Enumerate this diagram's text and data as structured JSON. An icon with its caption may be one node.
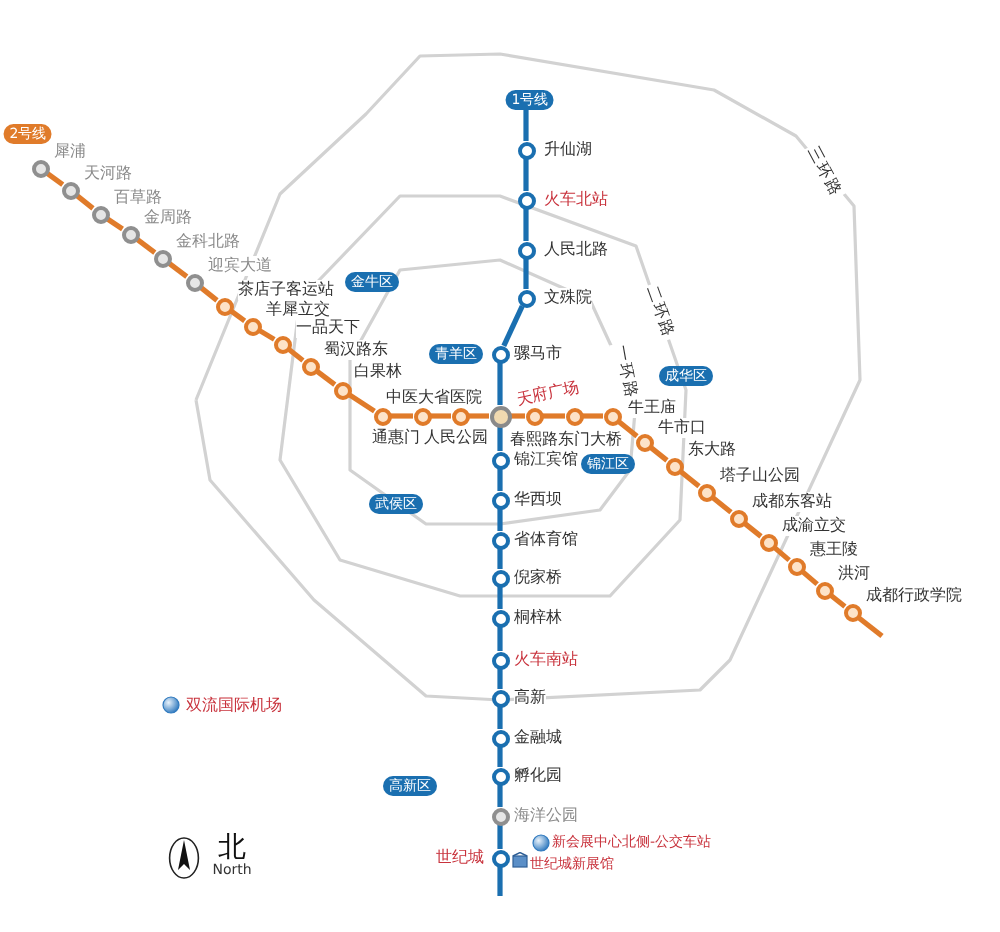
{
  "diagram": {
    "nodes": [
      {
        "text": [],
        "shape": "circle",
        "beside": [
          "犀浦"
        ]
      },
      {
        "text": [],
        "shape": "circle",
        "beside": [
          "天河路"
        ]
      },
      {
        "text": [],
        "shape": "circle",
        "beside": [
          "百草路"
        ]
      },
      {
        "text": [],
        "shape": "circle",
        "beside": [
          "金周路"
        ]
      },
      {
        "text": [],
        "shape": "circle",
        "beside": [
          "金科北路"
        ]
      },
      {
        "text": [],
        "shape": "circle",
        "beside": [
          "迎宾大道"
        ]
      },
      {
        "text": [],
        "shape": "circle",
        "beside": [
          "茶店子客运站"
        ]
      },
      {
        "text": [],
        "shape": "circle",
        "beside": [
          "羊犀立交"
        ]
      },
      {
        "text": [],
        "shape": "circle",
        "beside": [
          "一品天下"
        ]
      },
      {
        "text": [],
        "shape": "circle",
        "beside": [
          "蜀汉路东"
        ]
      },
      {
        "text": [],
        "shape": "circle",
        "beside": [
          "白果林"
        ]
      },
      {
        "text": [],
        "shape": "circle",
        "beside": [
          "中医大省医院"
        ]
      },
      {
        "text": [],
        "shape": "circle",
        "beside": [
          "通惠门"
        ]
      },
      {
        "text": [],
        "shape": "circle",
        "beside": [
          "人民公园"
        ]
      },
      {
        "text": [],
        "shape": "circle",
        "beside": [
          "天府广场"
        ]
      },
      {
        "text": [],
        "shape": "circle",
        "beside": [
          "春熙路"
        ]
      },
      {
        "text": [],
        "shape": "circle",
        "beside": [
          "东门大桥"
        ]
      },
      {
        "text": [],
        "shape": "circle",
        "beside": [
          "牛王庙"
        ]
      },
      {
        "text": [],
        "shape": "circle",
        "beside": [
          "牛市口"
        ]
      },
      {
        "text": [],
        "shape": "circle",
        "beside": [
          "东大路"
        ]
      },
      {
        "text": [],
        "shape": "circle",
        "beside": [
          "塔子山公园"
        ]
      },
      {
        "text": [],
        "shape": "circle",
        "beside": [
          "成都东客站"
        ]
      },
      {
        "text": [],
        "shape": "circle",
        "beside": [
          "成渝立交"
        ]
      },
      {
        "text": [],
        "shape": "circle",
        "beside": [
          "惠王陵"
        ]
      },
      {
        "text": [],
        "shape": "circle",
        "beside": [
          "洪河"
        ]
      },
      {
        "text": [],
        "shape": "circle",
        "beside": [
          "成都行政学院"
        ]
      },
      {
        "text": [],
        "shape": "circle",
        "beside": [
          "升仙湖"
        ]
      },
      {
        "text": [],
        "shape": "circle",
        "beside": [
          "火车北站"
        ]
      },
      {
        "text": [],
        "shape": "circle",
        "beside": [
          "人民北路"
        ]
      },
      {
        "text": [],
        "shape": "circle",
        "beside": [
          "文殊院"
        ]
      },
      {
        "text": [],
        "shape": "circle",
        "beside": [
          "骡马市"
        ]
      },
      {
        "text": [],
        "shape": "circle",
        "beside": [
          "锦江宾馆"
        ]
      },
      {
        "text": [],
        "shape": "circle",
        "beside": [
          "华西坝"
        ]
      },
      {
        "text": [],
        "shape": "circle",
        "beside": [
          "省体育馆"
        ]
      },
      {
        "text": [],
        "shape": "circle",
        "beside": [
          "倪家桥"
        ]
      },
      {
        "text": [],
        "shape": "circle",
        "beside": [
          "桐梓林"
        ]
      },
      {
        "text": [],
        "shape": "circle",
        "beside": [
          "火车南站"
        ]
      },
      {
        "text": [],
        "shape": "circle",
        "beside": [
          "高新"
        ]
      },
      {
        "text": [],
        "shape": "circle",
        "beside": [
          "金融城"
        ]
      },
      {
        "text": [],
        "shape": "circle",
        "beside": [
          "孵化园"
        ]
      },
      {
        "text": [],
        "shape": "circle",
        "beside": [
          "海洋公园"
        ]
      },
      {
        "text": [],
        "shape": "circle",
        "beside": [
          "世纪城"
        ]
      }
    ],
    "edges": [
      {
        "from": 0,
        "to": 1,
        "arrow": "none"
      },
      {
        "from": 1,
        "to": 2,
        "arrow": "none"
      },
      {
        "from": 2,
        "to": 3,
        "arrow": "none"
      },
      {
        "from": 3,
        "to": 4,
        "arrow": "none"
      },
      {
        "from": 4,
        "to": 5,
        "arrow": "none"
      },
      {
        "from": 5,
        "to": 6,
        "arrow": "none"
      },
      {
        "from": 6,
        "to": 7,
        "arrow": "none"
      },
      {
        "from": 7,
        "to": 8,
        "arrow": "none"
      },
      {
        "from": 8,
        "to": 9,
        "arrow": "none"
      },
      {
        "from": 9,
        "to": 10,
        "arrow": "none"
      },
      {
        "from": 10,
        "to": 11,
        "arrow": "none"
      },
      {
        "from": 11,
        "to": 12,
        "arrow": "none"
      },
      {
        "from": 12,
        "to": 13,
        "arrow": "none"
      },
      {
        "from": 13,
        "to": 14,
        "arrow": "none"
      },
      {
        "from": 14,
        "to": 15,
        "arrow": "none"
      },
      {
        "from": 15,
        "to": 16,
        "arrow": "none"
      },
      {
        "from": 16,
        "to": 17,
        "arrow": "none"
      },
      {
        "from": 17,
        "to": 18,
        "arrow": "none"
      },
      {
        "from": 18,
        "to": 19,
        "arrow": "none"
      },
      {
        "from": 19,
        "to": 20,
        "arrow": "none"
      },
      {
        "from": 20,
        "to": 21,
        "arrow": "none"
      },
      {
        "from": 21,
        "to": 22,
        "arrow": "none"
      },
      {
        "from": 22,
        "to": 23,
        "arrow": "none"
      },
      {
        "from": 23,
        "to": 24,
        "arrow": "none"
      },
      {
        "from": 24,
        "to": 25,
        "arrow": "none"
      },
      {
        "from": 26,
        "to": 27,
        "arrow": "none",
        "color": "#1a6fb0"
      },
      {
        "from": 27,
        "to": 28,
        "arrow": "none",
        "color": "#1a6fb0"
      },
      {
        "from": 28,
        "to": 29,
        "arrow": "none",
        "color": "#1a6fb0"
      },
      {
        "from": 29,
        "to": 30,
        "arrow": "none",
        "color": "#1a6fb0"
      },
      {
        "from": 30,
        "to": 14,
        "arrow": "none",
        "color": "#1a6fb0"
      },
      {
        "from": 14,
        "to": 31,
        "arrow": "none",
        "color": "#1a6fb0"
      },
      {
        "from": 31,
        "to": 32,
        "arrow": "none",
        "color": "#1a6fb0"
      },
      {
        "from": 32,
        "to": 33,
        "arrow": "none",
        "color": "#1a6fb0"
      },
      {
        "from": 33,
        "to": 34,
        "arrow": "none",
        "color": "#1a6fb0"
      },
      {
        "from": 34,
        "to": 35,
        "arrow": "none",
        "color": "#1a6fb0"
      },
      {
        "from": 35,
        "to": 36,
        "arrow": "none",
        "color": "#1a6fb0"
      },
      {
        "from": 36,
        "to": 37,
        "arrow": "none",
        "color": "#1a6fb0"
      },
      {
        "from": 37,
        "to": 38,
        "arrow": "none",
        "color": "#1a6fb0"
      },
      {
        "from": 38,
        "to": 39,
        "arrow": "none",
        "color": "#1a6fb0"
      },
      {
        "from": 39,
        "to": 40,
        "arrow": "none",
        "color": "#1a6fb0"
      },
      {
        "from": 40,
        "to": 41,
        "arrow": "none",
        "color": "#1a6fb0"
      }
    ],
    "labels": [
      "2号线",
      "1号线",
      "三环路",
      "金牛区",
      "二环路",
      "青羊区",
      "成华区",
      "一环路",
      "锦江区",
      "武侯区",
      "双流国际机场",
      "高新区",
      "北",
      "North",
      "新会展中心北侧-公交车站",
      "世纪城新展馆"
    ]
  }
}
